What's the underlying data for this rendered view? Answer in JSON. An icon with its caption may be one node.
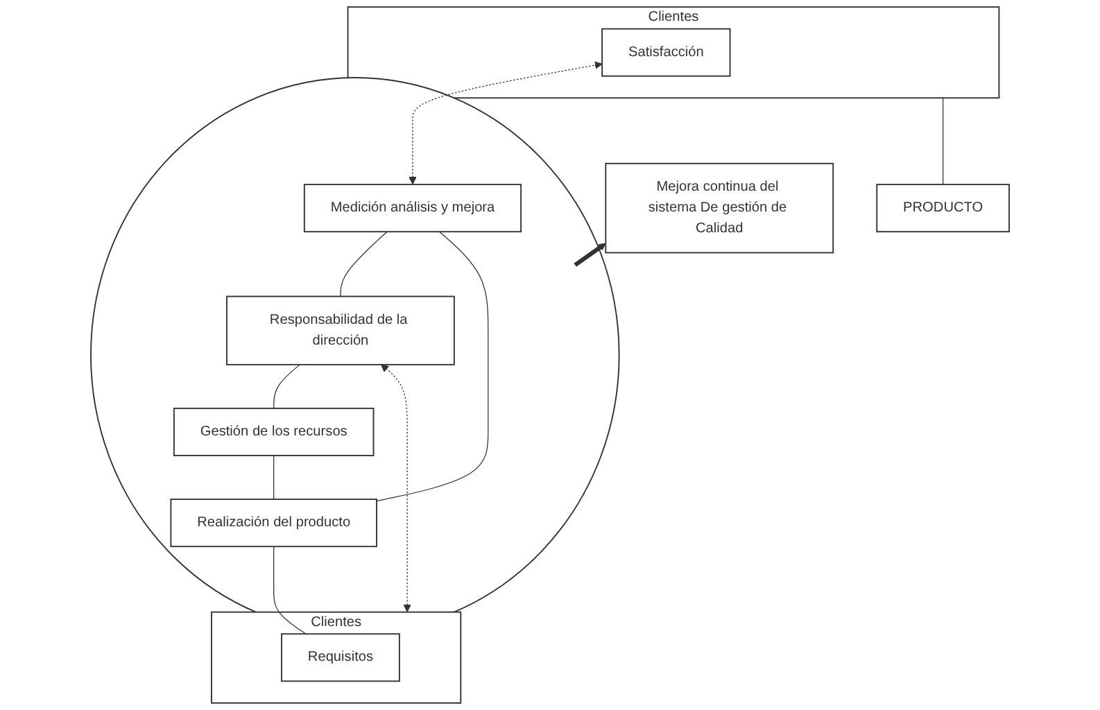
{
  "diagram": {
    "nodes": [
      {
        "text": [
          "Mejora continua del sistema De gestión de Calidad"
        ]
      },
      {
        "text": [
          "Clientes"
        ]
      },
      {
        "text": [
          "Requisitos"
        ],
        "in": 1
      },
      {
        "text": [],
        "shape": "ellipse"
      },
      {
        "text": [
          "Responsabilidad de la dirección"
        ],
        "in": 3
      },
      {
        "text": [
          "Gestión de los recursos"
        ],
        "in": 3
      },
      {
        "text": [
          "Medición análisis y mejora"
        ],
        "in": 3
      },
      {
        "text": [
          "Realización del producto"
        ],
        "in": 3
      },
      {
        "text": [
          "PRODUCTO"
        ]
      },
      {
        "text": [
          "Clientes"
        ]
      },
      {
        "text": [
          "Satisfacción"
        ],
        "in": 9
      }
    ],
    "edges": [
      {
        "from": 1,
        "to": 4,
        "arrow": "both",
        "style": "dashed"
      },
      {
        "from": 4,
        "to": 6,
        "arrow": "none"
      },
      {
        "from": 6,
        "to": 7,
        "arrow": "none"
      },
      {
        "from": 7,
        "to": 5,
        "arrow": "none"
      },
      {
        "from": 5,
        "to": 4,
        "arrow": "none"
      },
      {
        "from": 6,
        "to": 10,
        "arrow": "both",
        "style": "dashed"
      },
      {
        "from": 2,
        "to": 7,
        "arrow": "none"
      },
      {
        "from": 8,
        "to": 9,
        "arrow": "none"
      },
      {
        "from": 3,
        "to": 0,
        "arrow": "to",
        "style": "thick"
      }
    ]
  }
}
